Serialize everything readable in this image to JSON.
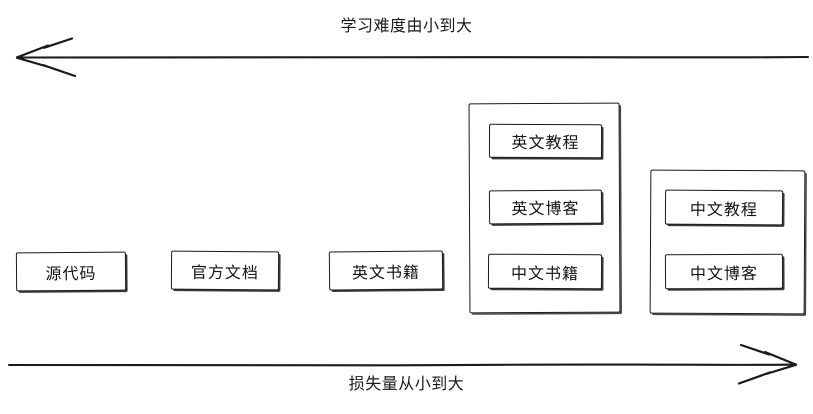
{
  "diagram": {
    "title_top": "学习难度由小到大",
    "title_bottom": "损失量从小到大",
    "stroke_color": "#1b1b1b",
    "background_color": "#ffffff",
    "axes": [
      {
        "name": "top-axis",
        "label": "学习难度由小到大",
        "direction": "left",
        "arrowhead": "left"
      },
      {
        "name": "bottom-axis",
        "label": "损失量从小到大",
        "direction": "right",
        "arrowhead": "right"
      }
    ],
    "nodes": [
      {
        "id": "source-code",
        "label": "源代码"
      },
      {
        "id": "official-docs",
        "label": "官方文档"
      },
      {
        "id": "english-books",
        "label": "英文书籍"
      },
      {
        "id": "english-tutorial",
        "label": "英文教程"
      },
      {
        "id": "english-blog",
        "label": "英文博客"
      },
      {
        "id": "chinese-books",
        "label": "中文书籍"
      },
      {
        "id": "chinese-tutorial",
        "label": "中文教程"
      },
      {
        "id": "chinese-blog",
        "label": "中文博客"
      }
    ],
    "groups": [
      {
        "id": "group-english-cn-books",
        "members": [
          "英文教程",
          "英文博客",
          "中文书籍"
        ]
      },
      {
        "id": "group-chinese",
        "members": [
          "中文教程",
          "中文博客"
        ]
      }
    ]
  }
}
